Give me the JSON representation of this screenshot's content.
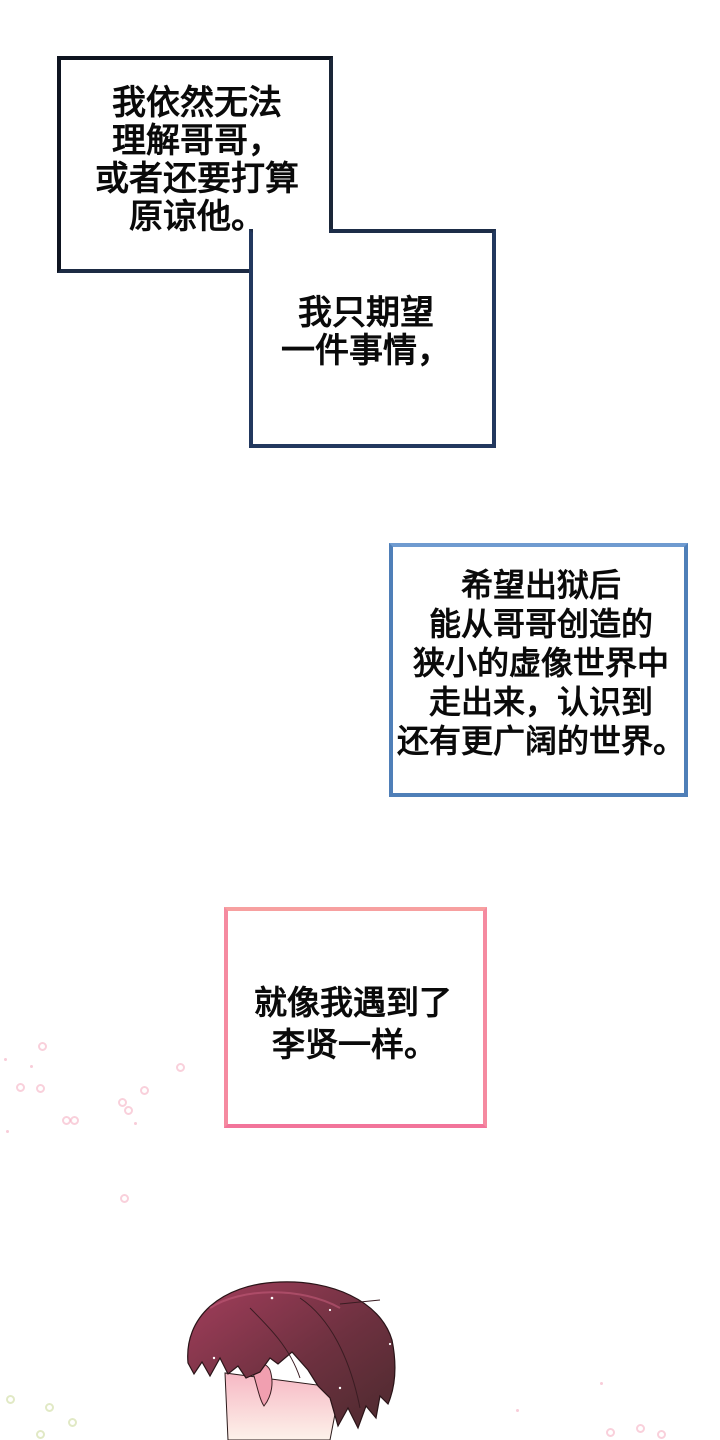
{
  "panel": {
    "background": "#ffffff",
    "captions": [
      {
        "id": "caption-1",
        "border_color": "#1a2638",
        "lines": [
          "我依然无法",
          "理解哥哥，",
          "或者还要打算",
          "原谅他。"
        ]
      },
      {
        "id": "caption-2",
        "border_color": "#22385e",
        "lines": [
          "我只期望",
          "一件事情，"
        ]
      },
      {
        "id": "caption-3",
        "border_color": "#4f7fb8",
        "lines": [
          "希望出狱后",
          "能从哥哥创造的",
          "狭小的虚像世界中",
          "走出来，认识到",
          "还有更广阔的世界。"
        ]
      },
      {
        "id": "caption-4",
        "border_color": "#f58aa0",
        "lines": [
          "就像我遇到了",
          "李贤一样。"
        ]
      }
    ],
    "art": {
      "subject": "character-back-of-head",
      "hair_color": "#7a3344",
      "skin_color": "#fbe6e4",
      "sparkle_color": "#f4aabe"
    }
  }
}
